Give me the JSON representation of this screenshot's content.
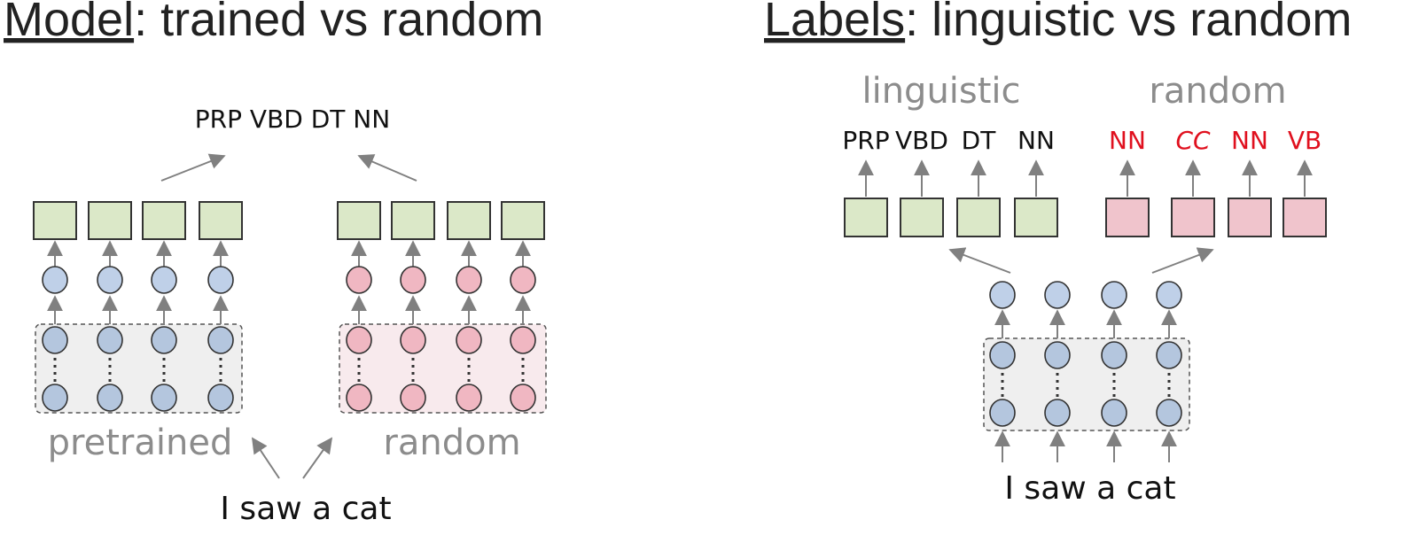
{
  "left": {
    "title_under": "Model",
    "title_rest": ": trained vs random",
    "tags": "PRP VBD DT NN",
    "pretrained_label": "pretrained",
    "random_label": "random",
    "sentence": "I saw a cat"
  },
  "right": {
    "title_under": "Labels",
    "title_rest": ": linguistic vs random",
    "linguistic_label": "linguistic",
    "random_label": "random",
    "linguistic_tags": [
      "PRP",
      "VBD",
      "DT",
      "NN"
    ],
    "random_tags": [
      "NN",
      "CC",
      "NN",
      "VB"
    ],
    "sentence": "I saw a cat"
  },
  "colors": {
    "green_box": "#dbe8c8",
    "pink_box": "#f0c4cc",
    "blue_node": "#bfd0e8",
    "blue_node_deep": "#b4c6de",
    "pink_node": "#f0b7c2",
    "grey_panel": "#efefef",
    "pink_panel": "#f8eaed",
    "red_tag": "#e0101e",
    "label_grey": "#8c8c8c"
  }
}
